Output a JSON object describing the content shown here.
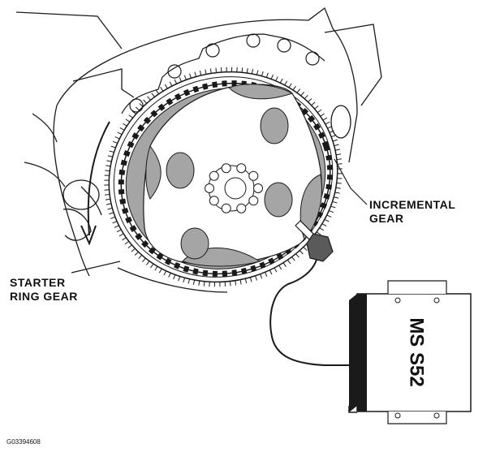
{
  "labels": {
    "incremental_line1": "INCREMENTAL",
    "incremental_line2": "GEAR",
    "starter_line1": "STARTER",
    "starter_line2": "RING GEAR",
    "ecu": "MS S52"
  },
  "figure_id": "G03394608",
  "colors": {
    "line": "#1a1a1a",
    "shade": "#9a9a9a",
    "background": "#ffffff"
  }
}
